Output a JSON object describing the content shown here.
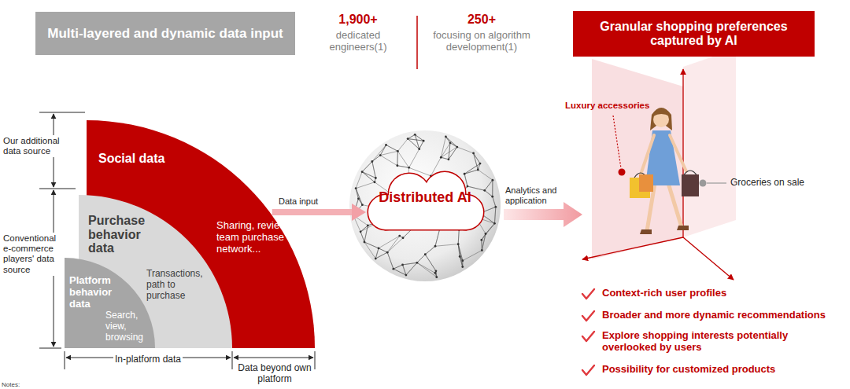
{
  "diagram": {
    "nodes": [
      {
        "text": [
          "Multi-layered and dynamic data input"
        ]
      },
      {
        "text": [
          "Granular shopping preferences captured by AI"
        ]
      },
      {
        "text": [
          "Social data",
          "Sharing, reviews, team purchase network..."
        ]
      },
      {
        "text": [
          "Purchase behavior data",
          "Transactions, path to purchase"
        ]
      },
      {
        "text": [
          "Platform behavior data",
          "Search, view, browsing"
        ]
      },
      {
        "text": [
          "Distributed AI"
        ]
      }
    ],
    "edges": [
      {
        "from": 2,
        "to": 5,
        "label": "Data input",
        "arrow": "to"
      }
    ],
    "labels": [
      "1,900+",
      "dedicated engineers(1)",
      "250+",
      "focusing on algorithm development(1)",
      "Our additional data source",
      "Conventional e-commerce players' data source",
      "In-platform data",
      "Data beyond own platform",
      "Notes:",
      "Analytics and application",
      "Luxury accessories",
      "Groceries on sale",
      "Context-rich user profiles",
      "Broader and more dynamic recommendations",
      "Explore shopping interests potentially overlooked by users",
      "Possibility for customized products"
    ]
  }
}
